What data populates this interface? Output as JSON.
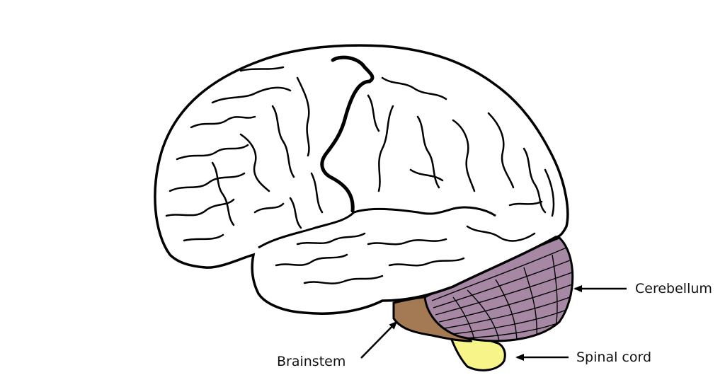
{
  "labels": {
    "cerebellum": "Cerebellum",
    "spinal_cord": "Spinal cord",
    "brainstem": "Brainstem"
  },
  "colors": {
    "cerebellum": "#a688a4",
    "brainstem": "#a47a55",
    "spinal_cord": "#f7f58a",
    "outline": "#000000",
    "background": "#ffffff"
  }
}
